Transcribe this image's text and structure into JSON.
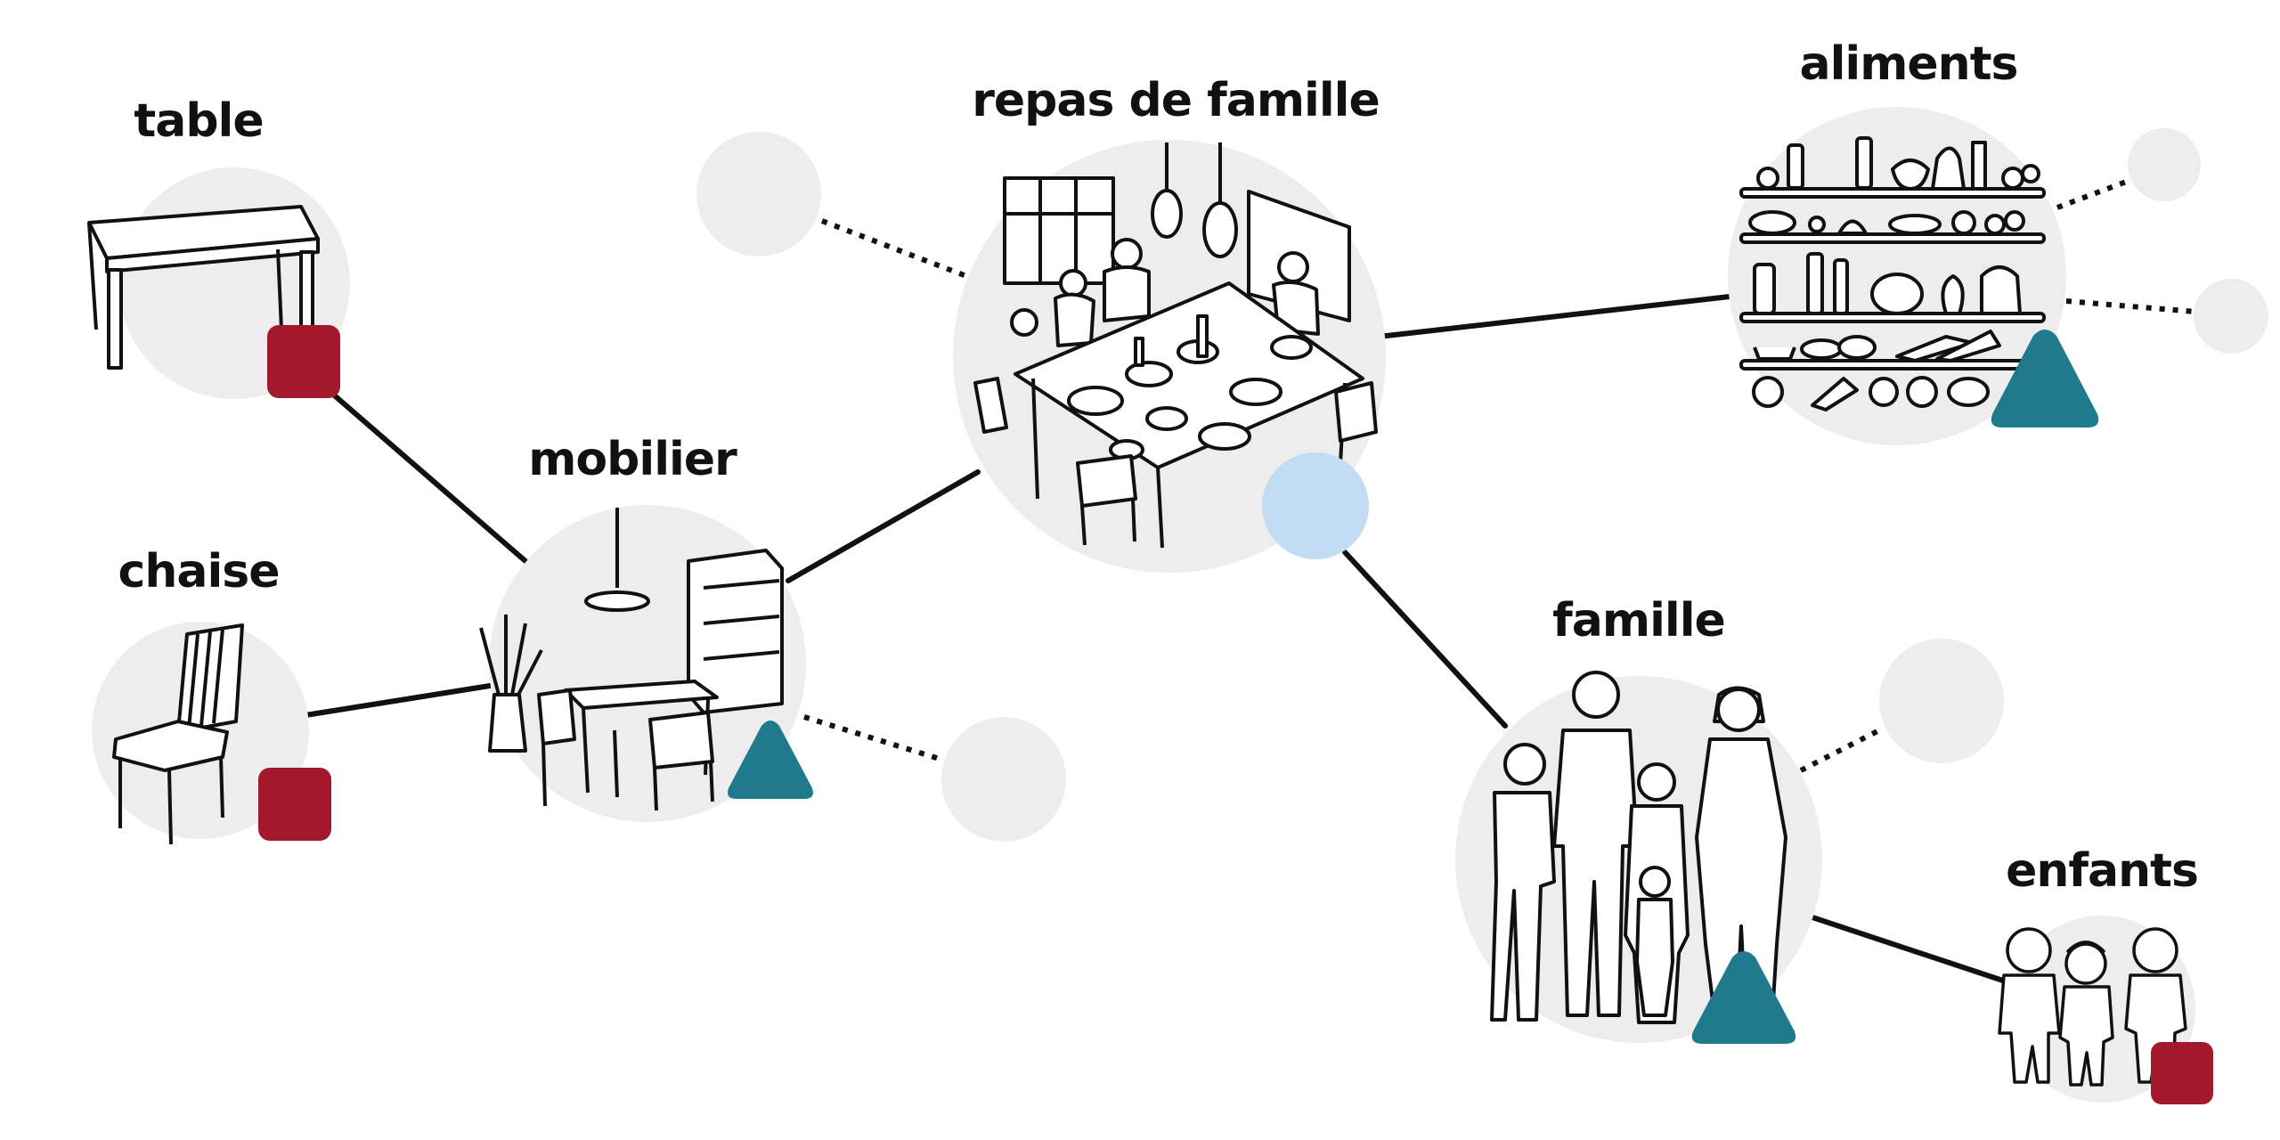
{
  "nodes": {
    "table": {
      "label": "table"
    },
    "chaise": {
      "label": "chaise"
    },
    "mobilier": {
      "label": "mobilier"
    },
    "repas": {
      "label": "repas de famille"
    },
    "aliments": {
      "label": "aliments"
    },
    "famille": {
      "label": "famille"
    },
    "enfants": {
      "label": "enfants"
    }
  },
  "colors": {
    "node_fill": "#ededed",
    "edge": "#111111",
    "marker_square": "#a3182a",
    "marker_triangle": "#1f7a8c",
    "marker_circle": "#c2dcf4"
  },
  "markers": {
    "table": "square",
    "chaise": "square",
    "mobilier": "triangle",
    "repas": "circle",
    "aliments": "triangle",
    "famille": "triangle",
    "enfants": "square"
  },
  "icons": {
    "table": "table-sketch-icon",
    "chaise": "chair-sketch-icon",
    "mobilier": "dining-furniture-sketch-icon",
    "repas": "family-meal-sketch-icon",
    "aliments": "food-shelves-sketch-icon",
    "famille": "family-group-sketch-icon",
    "enfants": "children-sketch-icon"
  }
}
